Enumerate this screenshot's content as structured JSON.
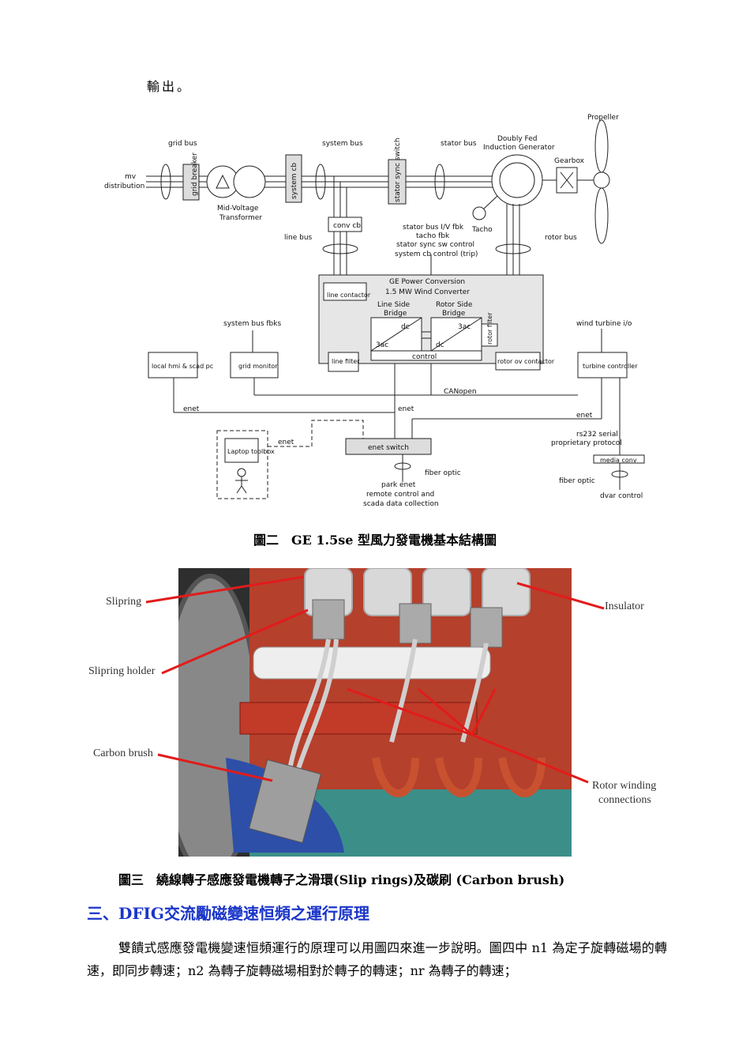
{
  "top_text": "輸出。",
  "diagram": {
    "labels": {
      "mv_distribution_1": "mv",
      "mv_distribution_2": "distribution",
      "grid_bus": "grid bus",
      "grid_breaker": "grid breaker",
      "transformer_1": "Mid-Voltage",
      "transformer_2": "Transformer",
      "system_cb": "system cb",
      "system_bus": "system bus",
      "stator_sync_switch": "stator sync switch",
      "stator_bus": "stator bus",
      "dfig_1": "Doubly Fed",
      "dfig_2": "Induction Generator",
      "propeller": "Propeller",
      "gearbox": "Gearbox",
      "tacho": "Tacho",
      "conv_cb": "conv cb",
      "line_bus": "line bus",
      "rotor_bus": "rotor bus",
      "signals_1": "stator bus I/V fbk",
      "signals_2": "tacho fbk",
      "signals_3": "stator sync sw control",
      "signals_4": "system cb control (trip)",
      "converter_title_1": "GE Power Conversion",
      "converter_title_2": "1.5 MW Wind Converter",
      "line_contactor": "line contactor",
      "line_side_bridge_1": "Line Side",
      "line_side_bridge_2": "Bridge",
      "rotor_side_bridge_1": "Rotor Side",
      "rotor_side_bridge_2": "Bridge",
      "dc1": "dc",
      "ac1": "3ac",
      "dc2": "dc",
      "ac2": "3ac",
      "rotor_filter": "rotor filter",
      "line_filter": "line filter",
      "control": "control",
      "rotor_ov_contactor": "rotor ov contactor",
      "system_bus_fbks": "system bus fbks",
      "wind_turbine_io": "wind turbine i/o",
      "local_hmi": "local hmi & scad pc",
      "grid_monitor": "grid monitor",
      "turbine_controller": "turbine controller",
      "canopen": "CANopen",
      "enet_left": "enet",
      "enet_mid": "enet",
      "enet_right": "enet",
      "enet_laptop": "enet",
      "laptop_toolbox": "Laptop toolbox",
      "enet_switch": "enet switch",
      "rs232_1": "rs232 serial",
      "rs232_2": "proprietary protocol",
      "media_conv": "media conv",
      "fiber_optic_1": "fiber optic",
      "fiber_optic_2": "fiber optic",
      "park_enet_1": "park enet",
      "park_enet_2": "remote control and",
      "park_enet_3": "scada data collection",
      "dvar_control": "dvar control"
    }
  },
  "caption_fig2": "圖二　GE 1.5se 型風力發電機基本結構圖",
  "photo": {
    "labels": {
      "slipring": "Slipring",
      "slipring_holder": "Slipring holder",
      "carbon_brush": "Carbon brush",
      "insulator": "Insulator",
      "rotor_winding_1": "Rotor winding",
      "rotor_winding_2": "connections"
    }
  },
  "caption_fig3": "圖三　繞線轉子感應發電機轉子之滑環(Slip rings)及碳刷 (Carbon brush)",
  "section_heading": "三、DFIG交流勵磁變速恒頻之運行原理",
  "body_paragraph": "雙饋式感應發電機變速恒頻運行的原理可以用圖四來進一步說明。圖四中 n1 為定子旋轉磁場的轉速，即同步轉速；n2 為轉子旋轉磁場相對於轉子的轉速；nr 為轉子的轉速；"
}
